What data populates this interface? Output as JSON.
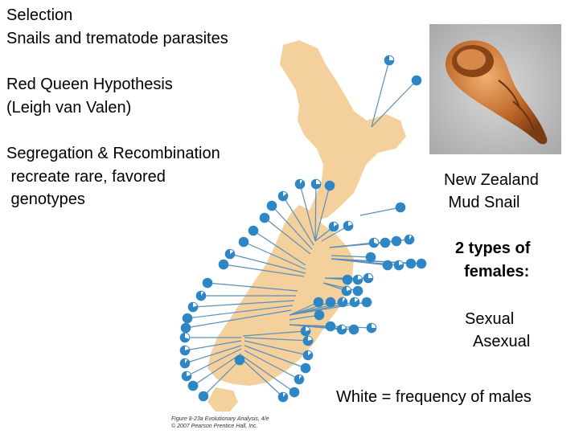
{
  "slide": {
    "heading_lines": [
      "Selection",
      "Snails and trematode parasites"
    ],
    "hypothesis_lines": [
      "Red Queen Hypothesis",
      "(Leigh van Valen)"
    ],
    "mechanism_lines": [
      "Segregation & Recombination",
      " recreate rare, favored",
      " genotypes"
    ],
    "snail_label_lines": [
      "New Zealand",
      " Mud Snail"
    ],
    "females_lines": [
      "2 types of",
      "  females:"
    ],
    "types_lines": [
      "Sexual",
      "  Asexual"
    ],
    "legend": "White = frequency of males",
    "figure_caption_lines": [
      "Figure 8-23a  Evolutionary Analysis, 4/e",
      "© 2007 Pearson Prentice Hall, Inc."
    ]
  },
  "colors": {
    "land": "#f4d09c",
    "marker": "#2f86c4",
    "marker_white": "#ffffff",
    "line": "#5a8fb8"
  },
  "icons": [
    "snail-photo",
    "new-zealand-map",
    "population-pie-markers"
  ],
  "male_frequency_markers": [
    0.25,
    0,
    0,
    0.1,
    0.25,
    0,
    0.15,
    0,
    0,
    0.2,
    0.3,
    0,
    0,
    0.1,
    0,
    0,
    0.2,
    0,
    0,
    0,
    0,
    0.15,
    0,
    0,
    0.2,
    0.25,
    0.2,
    0,
    0,
    0.1,
    0.2,
    0,
    0,
    0,
    0,
    0.1,
    0.15,
    0,
    0,
    0,
    0.2,
    0,
    0.25,
    0.3,
    0.2,
    0.1,
    0.2,
    0,
    0,
    0.2,
    0.15,
    0,
    0.1,
    0,
    0.1,
    0,
    0.2,
    0.15
  ]
}
